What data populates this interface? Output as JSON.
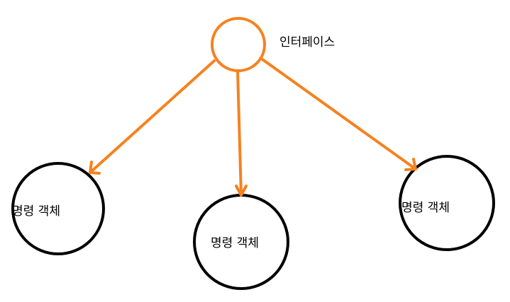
{
  "diagram": {
    "interface_label": "인터페이스",
    "command_objects": [
      {
        "label": "명령 객체"
      },
      {
        "label": "명령 객체"
      },
      {
        "label": "명령 객체"
      }
    ],
    "colors": {
      "interface_node": "#f58220",
      "arrow": "#f58220",
      "command_node": "#000000",
      "text": "#000000",
      "background": "#ffffff"
    }
  }
}
